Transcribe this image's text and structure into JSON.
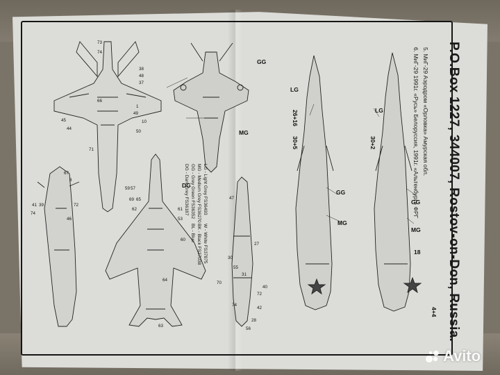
{
  "sheet": {
    "address": "P.O.Box 1227, 344007, Rostov-on-Don, Russia.",
    "caption_5": "5. МиГ-29 Аэродром «Орловка» Амурская обл.",
    "caption_6": "6. МиГ-29 1991г. «Русь» Белоруссия, 1991г. «Альтенбург» ФРГ",
    "legend_col1": [
      "LG - Light Grey FS36493",
      "MG - Medium Grey FS36270",
      "GG - Grey Green FS36352",
      "DG - Dark Grey FS36187"
    ],
    "legend_col2": [
      "W - White FS37875",
      "BK - Black FS37038",
      "BL - Blue",
      ""
    ],
    "color_codes": {
      "gg": "GG",
      "mg": "MG",
      "dg": "DG",
      "lg": "LG"
    },
    "side_view_1_codes": [
      "26+16",
      "30+5"
    ],
    "side_view_2_codes": [
      "30+2",
      "18",
      "4+4"
    ],
    "part_numbers": [
      "73",
      "74",
      "38",
      "48",
      "37",
      "45",
      "44",
      "71",
      "66",
      "1",
      "49",
      "10",
      "50",
      "72",
      "67",
      "8",
      "41",
      "39",
      "74",
      "46",
      "59",
      "57",
      "69",
      "65",
      "62",
      "61",
      "53",
      "47",
      "27",
      "30",
      "55",
      "31",
      "70",
      "60",
      "64",
      "63",
      "40",
      "74",
      "72",
      "42",
      "28",
      "56"
    ]
  },
  "watermark": {
    "label": "Avito"
  }
}
